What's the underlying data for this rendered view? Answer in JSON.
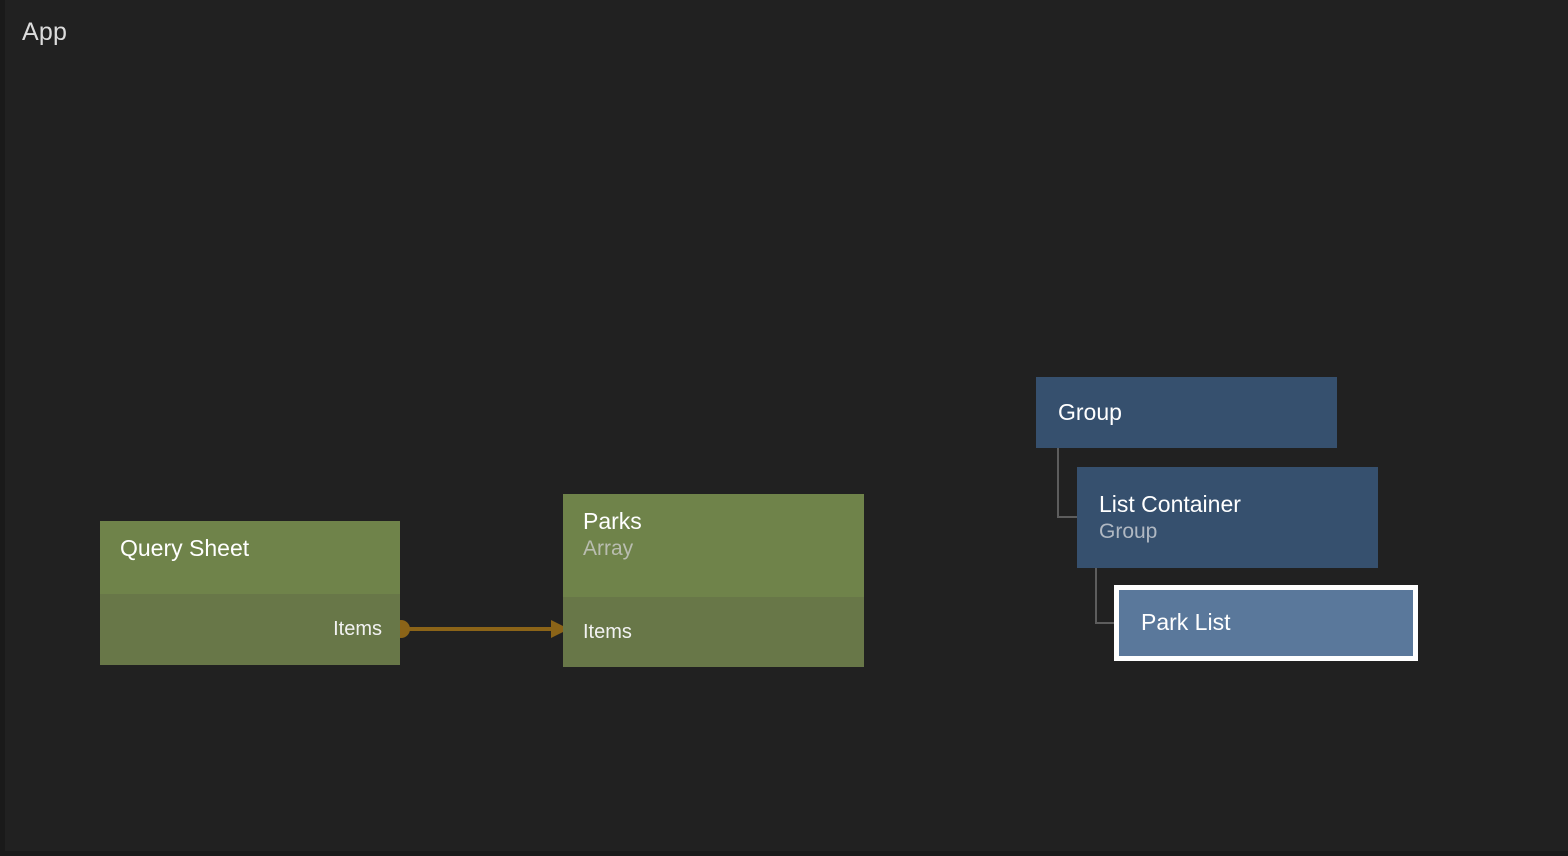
{
  "canvas": {
    "title": "App",
    "background_color": "#212121"
  },
  "colors": {
    "node_green_header": "#6F834A",
    "node_green_body": "#687748",
    "node_blue": "#36506E",
    "node_blue_selected": "#5A789B",
    "selection_border": "#FFFFFF",
    "link_amber": "#8B6418",
    "tree_connector": "#5D5D5D",
    "text_primary": "#FFFFFF",
    "text_muted": "#B9BDB0"
  },
  "graph_nodes": [
    {
      "id": "query-sheet",
      "title": "Query Sheet",
      "subtitle": "",
      "ports": [
        {
          "label": "Items",
          "direction": "output"
        }
      ]
    },
    {
      "id": "parks",
      "title": "Parks",
      "subtitle": "Array",
      "ports": [
        {
          "label": "Items",
          "direction": "input"
        }
      ]
    }
  ],
  "links": [
    {
      "id": "query-sheet-items-to-parks-items",
      "from_node": "Query Sheet",
      "from_port": "Items",
      "to_node": "Parks",
      "to_port": "Items",
      "color": "#8B6418"
    }
  ],
  "tree_nodes": [
    {
      "id": "group",
      "title": "Group",
      "subtitle": "",
      "depth": 0,
      "selected": false
    },
    {
      "id": "list-container",
      "title": "List Container",
      "subtitle": "Group",
      "depth": 1,
      "selected": false
    },
    {
      "id": "park-list",
      "title": "Park List",
      "subtitle": "",
      "depth": 2,
      "selected": true
    }
  ]
}
